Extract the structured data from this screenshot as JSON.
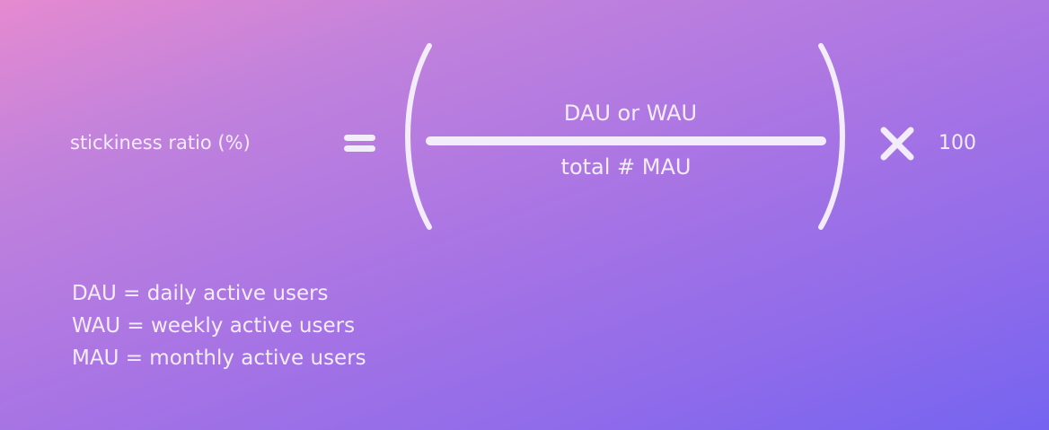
{
  "formula": {
    "lhs": "stickiness ratio (%)",
    "numerator": "DAU or WAU",
    "denominator": "total # MAU",
    "multiplier": "100"
  },
  "legend": [
    "DAU = daily active users",
    "WAU = weekly active users",
    "MAU = monthly active users"
  ],
  "colors": {
    "text": "#f3ecfb",
    "gradient_start": "#e58ad0",
    "gradient_end": "#7564f0"
  },
  "icons": {
    "equals": "equals-icon",
    "times": "multiply-icon",
    "paren_left": "left-parenthesis-icon",
    "paren_right": "right-parenthesis-icon"
  }
}
